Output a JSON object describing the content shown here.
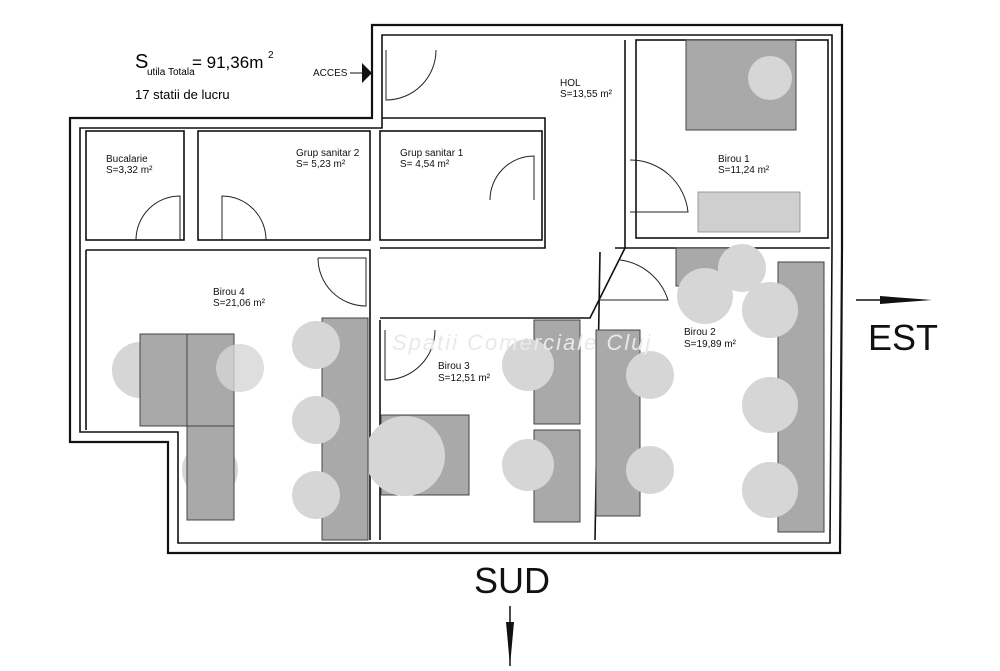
{
  "summary": {
    "area_symbol": "S",
    "area_subscript": "utila Totala",
    "area_value": "= 91,36m",
    "area_exponent": "2",
    "workstations": "17 statii de lucru"
  },
  "access_label": "ACCES",
  "rooms": [
    {
      "name": "HOL",
      "area": "S=13,55 m²"
    },
    {
      "name": "Birou 1",
      "area": "S=11,24 m²"
    },
    {
      "name": "Bucalarie",
      "area": "S=3,32 m²"
    },
    {
      "name": "Grup sanitar 2",
      "area": "S= 5,23 m²"
    },
    {
      "name": "Grup sanitar 1",
      "area": "S= 4,54 m²"
    },
    {
      "name": "Birou 4",
      "area": "S=21,06 m²"
    },
    {
      "name": "Birou 3",
      "area": "S=12,51 m²"
    },
    {
      "name": "Birou 2",
      "area": "S=19,89 m²"
    }
  ],
  "compass": {
    "east": "EST",
    "south": "SUD"
  },
  "watermark": "Spatii Comerciale Cluj"
}
